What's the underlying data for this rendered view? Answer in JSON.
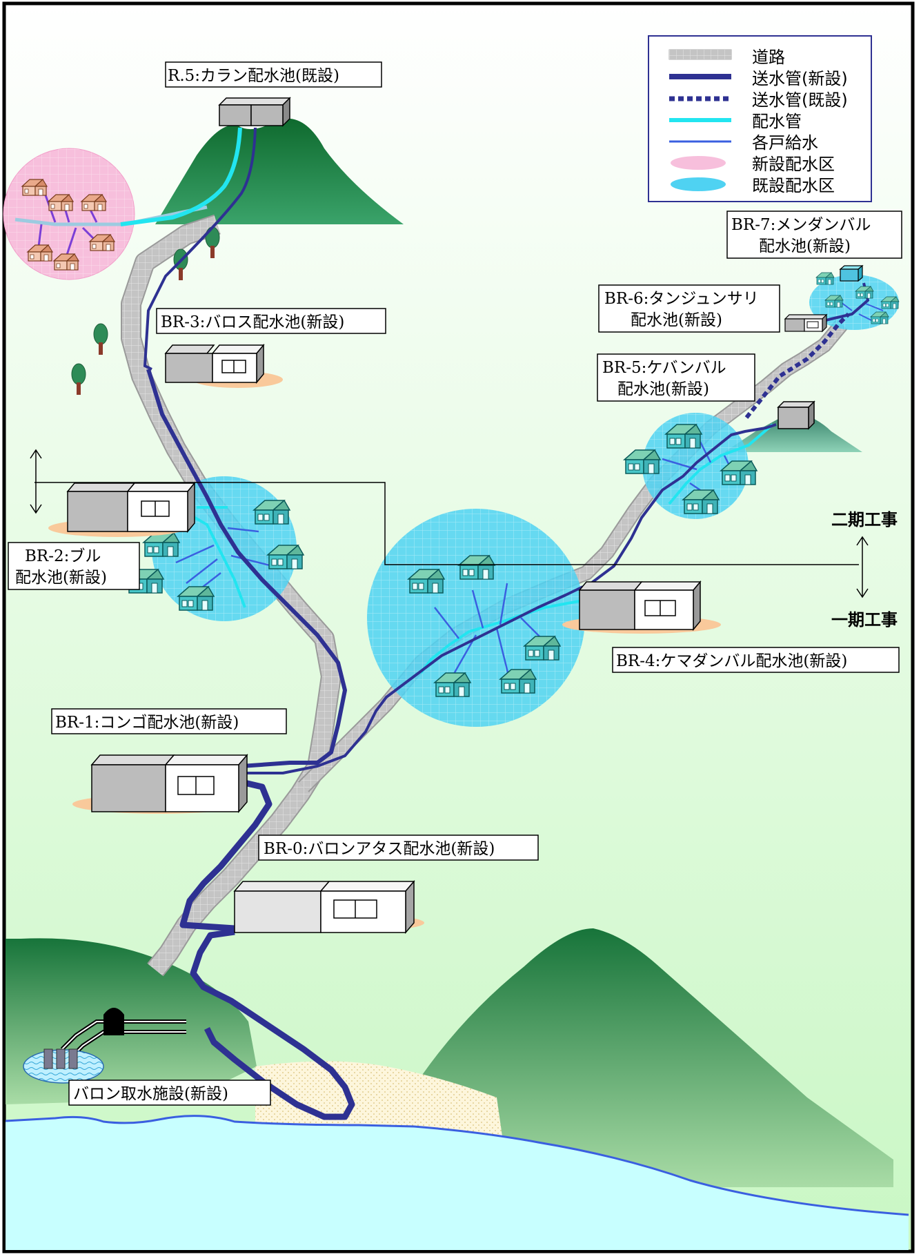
{
  "legend": {
    "road": "道路",
    "transmission_new": "送水管(新設)",
    "transmission_existing": "送水管(既設)",
    "distribution_pipe": "配水管",
    "house_supply": "各戸給水",
    "new_zone": "新設配水区",
    "existing_zone": "既設配水区"
  },
  "labels": {
    "r5": "R.5:カラン配水池(既設)",
    "br3": "BR-3:バロス配水池(新設)",
    "br7_line1": "BR-7:メンダンバル",
    "br7_line2": "配水池(新設)",
    "br6_line1": "BR-6:タンジュンサリ",
    "br6_line2": "配水池(新設)",
    "br5_line1": "BR-5:ケバンバル",
    "br5_line2": "配水池(新設)",
    "br2_line1": "BR-2:ブル",
    "br2_line2": "配水池(新設)",
    "br4": "BR-4:ケマダンバル配水池(新設)",
    "br1": "BR-1:コンゴ配水池(新設)",
    "br0": "BR-0:バロンアタス配水池(新設)",
    "intake": "バロン取水施設(新設)",
    "phase2": "二期工事",
    "phase1": "一期工事"
  },
  "colors": {
    "road": "#bdbdbd",
    "transmission": "#2e3192",
    "distribution": "#22e5f0",
    "house_supply": "#3a5fe0",
    "new_zone": "#f5b8d8",
    "existing_zone": "#4fd2f2",
    "sea": "#c8ffff",
    "mountain": "#1e7d3c"
  }
}
